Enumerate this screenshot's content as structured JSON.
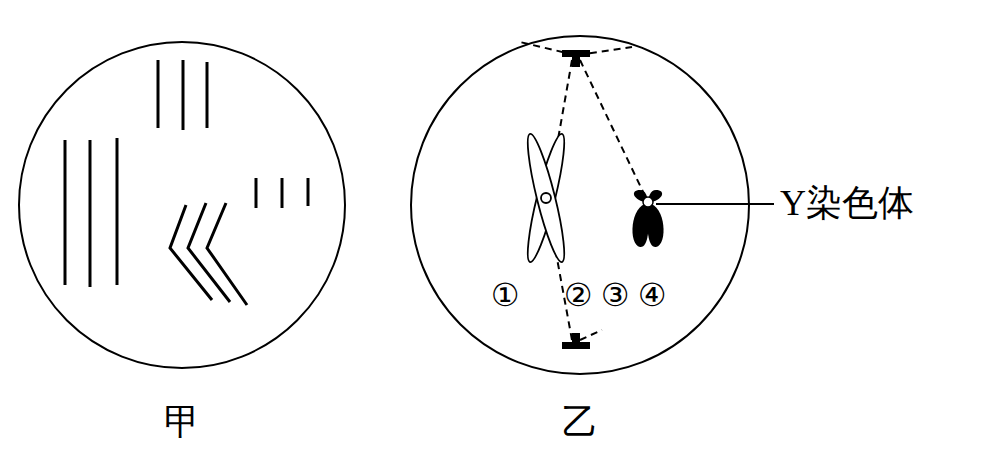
{
  "diagram": {
    "nodes": [
      {
        "text": [
          "甲"
        ]
      },
      {
        "text": [
          "乙"
        ]
      }
    ],
    "labels": [
      "①",
      "②",
      "③",
      "④",
      "Y染色体"
    ]
  }
}
